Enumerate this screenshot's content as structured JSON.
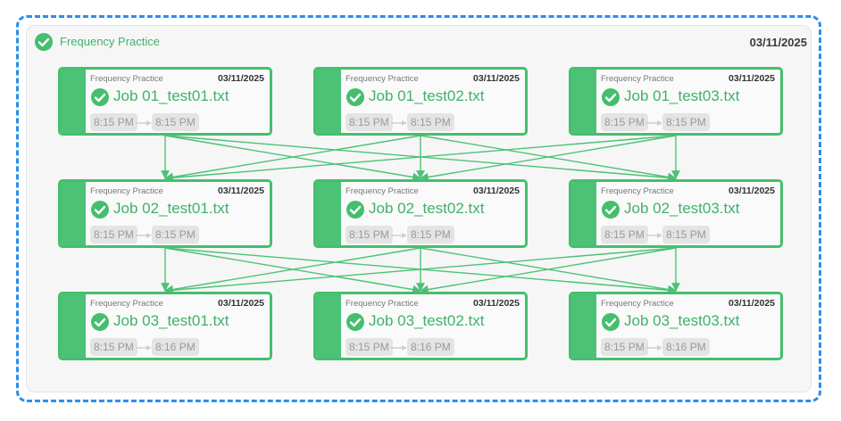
{
  "group": {
    "title": "Frequency Practice",
    "date": "03/11/2025"
  },
  "colors": {
    "accent": "#45bf6d",
    "bar": "#4cc276",
    "text_green": "#3fb267",
    "edge": "#4cc276",
    "selection_border": "#2a8ef0"
  },
  "jobs": [
    {
      "subtitle": "Frequency Practice",
      "date": "03/11/2025",
      "title": "Job 01_test01.txt",
      "start": "8:15 PM",
      "end": "8:15 PM"
    },
    {
      "subtitle": "Frequency Practice",
      "date": "03/11/2025",
      "title": "Job 01_test02.txt",
      "start": "8:15 PM",
      "end": "8:15 PM"
    },
    {
      "subtitle": "Frequency Practice",
      "date": "03/11/2025",
      "title": "Job 01_test03.txt",
      "start": "8:15 PM",
      "end": "8:15 PM"
    },
    {
      "subtitle": "Frequency Practice",
      "date": "03/11/2025",
      "title": "Job 02_test01.txt",
      "start": "8:15 PM",
      "end": "8:15 PM"
    },
    {
      "subtitle": "Frequency Practice",
      "date": "03/11/2025",
      "title": "Job 02_test02.txt",
      "start": "8:15 PM",
      "end": "8:15 PM"
    },
    {
      "subtitle": "Frequency Practice",
      "date": "03/11/2025",
      "title": "Job 02_test03.txt",
      "start": "8:15 PM",
      "end": "8:15 PM"
    },
    {
      "subtitle": "Frequency Practice",
      "date": "03/11/2025",
      "title": "Job 03_test01.txt",
      "start": "8:15 PM",
      "end": "8:16 PM"
    },
    {
      "subtitle": "Frequency Practice",
      "date": "03/11/2025",
      "title": "Job 03_test02.txt",
      "start": "8:15 PM",
      "end": "8:16 PM"
    },
    {
      "subtitle": "Frequency Practice",
      "date": "03/11/2025",
      "title": "Job 03_test03.txt",
      "start": "8:15 PM",
      "end": "8:16 PM"
    }
  ],
  "edges": [
    [
      0,
      3
    ],
    [
      0,
      4
    ],
    [
      0,
      5
    ],
    [
      1,
      3
    ],
    [
      1,
      4
    ],
    [
      1,
      5
    ],
    [
      2,
      3
    ],
    [
      2,
      4
    ],
    [
      2,
      5
    ],
    [
      3,
      6
    ],
    [
      3,
      7
    ],
    [
      3,
      8
    ],
    [
      4,
      6
    ],
    [
      4,
      7
    ],
    [
      4,
      8
    ],
    [
      5,
      6
    ],
    [
      5,
      7
    ],
    [
      5,
      8
    ]
  ]
}
